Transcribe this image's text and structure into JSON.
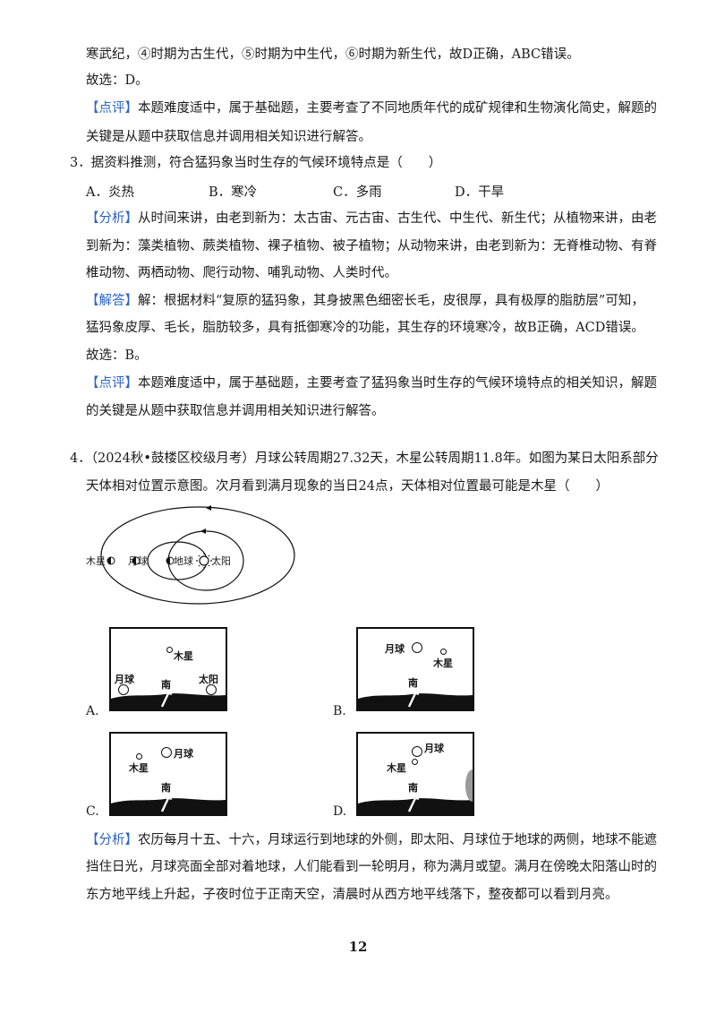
{
  "lines": {
    "l1": "寒武纪，④时期为古生代，⑤时期为中生代，⑥时期为新生代，故D正确，ABC错误。",
    "l2": "故选：D。",
    "l3_tag": "【点评】",
    "l3": "本题难度适中，属于基础题，主要考查了不同地质年代的成矿规律和生物演化简史，解题的",
    "l4": "关键是从题中获取信息并调用相关知识进行解答。",
    "q3": "3．据资料推测，符合猛犸象当时生存的气候环境特点是（　　）",
    "l6_tag": "【分析】",
    "l6": "从时间来讲，由老到新为：太古宙、元古宙、古生代、中生代、新生代；从植物来讲，由老",
    "l7": "到新为：藻类植物、蕨类植物、裸子植物、被子植物；从动物来讲，由老到新为：无脊椎动物、有脊",
    "l8": "椎动物、两栖动物、爬行动物、哺乳动物、人类时代。",
    "l9_tag": "【解答】",
    "l9": "解：根据材料“复原的猛犸象，其身披黑色细密长毛，皮很厚，具有极厚的脂肪层”可知，",
    "l10": "猛犸象皮厚、毛长，脂肪较多，具有抵御寒冷的功能，其生存的环境寒冷，故B正确，ACD错误。",
    "l11": "故选：B。",
    "l12_tag": "【点评】",
    "l12": "本题难度适中，属于基础题，主要考查了猛犸象当时生存的气候环境特点的相关知识，解题",
    "l13": "的关键是从题中获取信息并调用相关知识进行解答。",
    "q4a": "4．（2024秋•鼓楼区校级月考）月球公转周期27.32天，木星公转周期11.8年。如图为某日太阳系部分",
    "q4b": "天体相对位置示意图。次月看到满月现象的当日24点，天体相对位置最可能是木星（　　）",
    "a1_tag": "【分析】",
    "a1": "农历每月十五、十六，月球运行到地球的外侧，即太阳、月球位于地球的两侧，地球不能遮",
    "a2": "挡住日光，月球亮面全部对着地球，人们能看到一轮明月，称为满月或望。满月在傍晚太阳落山时的",
    "a3": "东方地平线上升起，子夜时位于正南天空，清晨时从西方地平线落下，整夜都可以看到月亮。"
  },
  "options_q3": {
    "A": "A．炎热",
    "B": "B．寒冷",
    "C": "C．多雨",
    "D": "D．干旱"
  },
  "diagram": {
    "jupiter": "木星",
    "moon": "月球",
    "earth": "地球",
    "sun": "太阳"
  },
  "scenes": {
    "A": {
      "label": "A.",
      "jupiter": "木星",
      "moon": "月球",
      "sun": "太阳",
      "south": "南"
    },
    "B": {
      "label": "B.",
      "moon": "月球",
      "jupiter": "木星",
      "south": "南"
    },
    "C": {
      "label": "C.",
      "jupiter": "木星",
      "moon": "月球",
      "south": "南"
    },
    "D": {
      "label": "D.",
      "moon": "月球",
      "jupiter": "木星",
      "south": "南"
    }
  },
  "page_number": "12",
  "colors": {
    "tag": "#2b63c5",
    "text": "#1a1a1a"
  }
}
